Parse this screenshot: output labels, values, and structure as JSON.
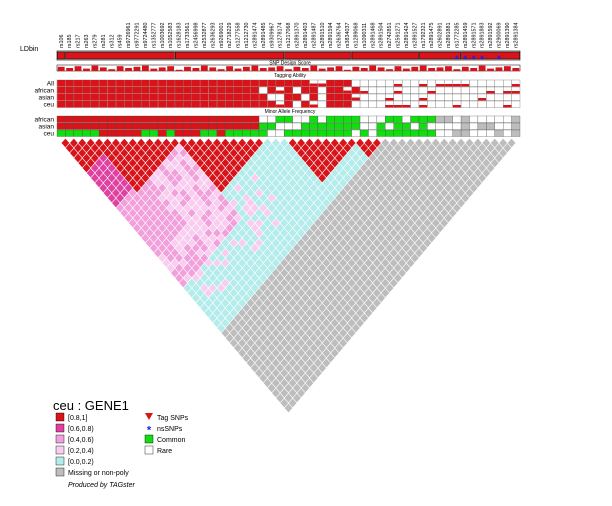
{
  "labels": {
    "ldbin": "LDbin",
    "snp_design_score": "SNP Design Score",
    "tagging_ability": "Tagging Ability",
    "maf": "Minor Allele Frequency",
    "tag_rows": [
      "All",
      "african",
      "asian",
      "ceu"
    ],
    "maf_rows": [
      "african",
      "asian",
      "ceu"
    ]
  },
  "snps": [
    "rs106",
    "rs185",
    "rs217",
    "rs263",
    "rs279",
    "rs281",
    "rs312",
    "rs459",
    "rs9726961",
    "rs9772291",
    "rs9724480",
    "rs1352777",
    "rs1003692",
    "rs1052583",
    "rs1628183",
    "rs1733561",
    "rs2456998",
    "rs2532877",
    "rs2636293",
    "rs9269001",
    "rs2718229",
    "rs1277558",
    "rs1212730",
    "rs2891474",
    "rs2891485",
    "rs9309967",
    "rs1278174",
    "rs1217068",
    "rs2891370",
    "rs2891403",
    "rs2891487",
    "rs2891510",
    "rs2891594",
    "rs2636764",
    "rs3834037",
    "rs1289068",
    "rs1090311",
    "rs2891468",
    "rs2891504",
    "rs2742851",
    "rs2591271",
    "rs2891424",
    "rs2891527",
    "rs1792321",
    "rs2891475",
    "rs2602891",
    "rs2891881",
    "rs1772285",
    "rs2891459",
    "rs2891571",
    "rs2891883",
    "rs2891592",
    "rs2900069",
    "rs2891390",
    "rs2891384"
  ],
  "tag_snps": [
    1,
    5,
    9,
    15,
    18,
    24,
    30,
    33,
    37,
    38,
    39,
    40,
    41,
    42,
    43,
    44,
    45,
    46,
    47,
    49,
    50,
    51,
    53
  ],
  "ns_snps": [
    47,
    48,
    49,
    50,
    52,
    55
  ],
  "ld_blocks": [
    [
      0,
      1
    ],
    [
      1,
      14
    ],
    [
      14,
      27
    ],
    [
      27,
      35
    ],
    [
      35,
      43
    ],
    [
      43,
      48
    ],
    [
      48,
      55
    ]
  ],
  "design_score": [
    0.7,
    0.5,
    0.8,
    0.4,
    0.9,
    0.6,
    0.3,
    0.8,
    0.5,
    0.7,
    0.9,
    0.4,
    0.6,
    0.8,
    0.2,
    0.7,
    0.5,
    0.9,
    0.6,
    0.3,
    0.8,
    0.4,
    0.7,
    0.9,
    0.5,
    0.6,
    0.8,
    0.3,
    0.7,
    0.5,
    0.9,
    0.4,
    0.6,
    0.8,
    0.2,
    0.7,
    0.5,
    0.9,
    0.6,
    0.3,
    0.8,
    0.4,
    0.7,
    0.9,
    0.5,
    0.6,
    0.8,
    0.3,
    0.7,
    0.5,
    0.9,
    0.4,
    0.6,
    0.8,
    0.5
  ],
  "legend": {
    "title": "ceu :  GENE1",
    "ld_bins": [
      {
        "label": "[0.8,1]",
        "color": "#d8141a"
      },
      {
        "label": "[0.6,0.8)",
        "color": "#e040a0"
      },
      {
        "label": "[0.4,0.6)",
        "color": "#f2a0dc"
      },
      {
        "label": "[0.2,0.4)",
        "color": "#f9cdf0"
      },
      {
        "label": "[0.0,0.2)",
        "color": "#b4ecec"
      },
      {
        "label": "Missing or non-poly",
        "color": "#bdbdbd"
      }
    ],
    "marks": [
      {
        "label": "Tag SNPs",
        "icon": "triangle-down-icon",
        "color": "#d8141a"
      },
      {
        "label": "nsSNPs",
        "icon": "asterisk-icon",
        "color": "#1a1aff"
      },
      {
        "label": "Common",
        "color": "#11dd11"
      },
      {
        "label": "Rare",
        "color": "#ffffff"
      }
    ],
    "credit": "Produced by TAGster"
  },
  "colors": {
    "red": "#d8141a",
    "blue": "#1a1aff",
    "green": "#11dd11",
    "gray": "#bdbdbd",
    "cyan": "#b4ecec",
    "pink_light": "#f9cdf0",
    "pink_mid": "#f2a0dc",
    "magenta": "#e040a0"
  }
}
